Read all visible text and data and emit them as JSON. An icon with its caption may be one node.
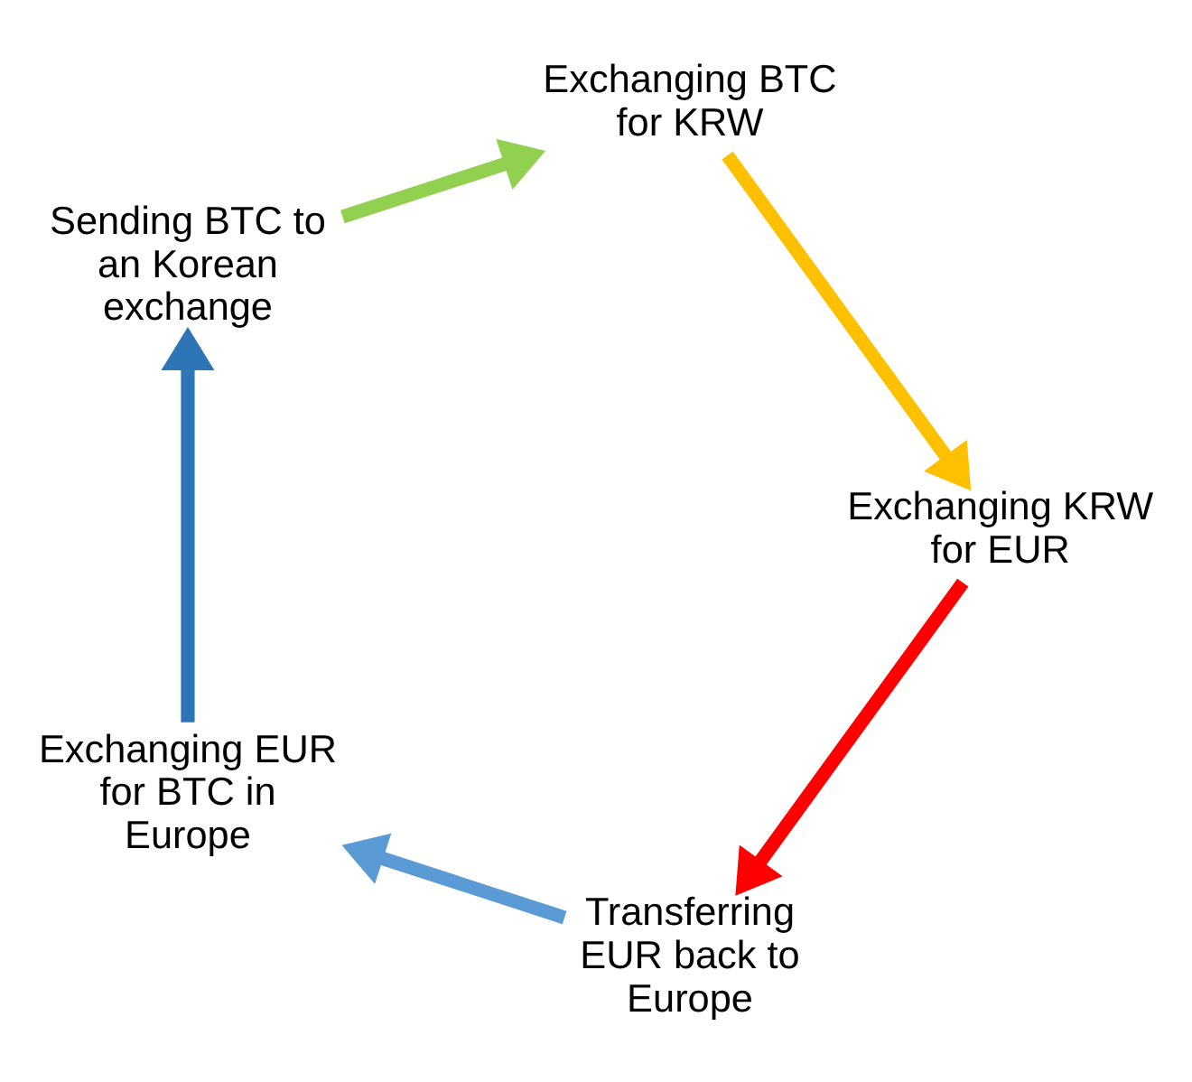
{
  "diagram": {
    "nodes": [
      {
        "text": [
          "Transferring EUR back to Europe"
        ]
      },
      {
        "text": [
          "Exchanging EUR for BTC in Europe"
        ]
      },
      {
        "text": [
          "Sending BTC to an Korean exchange"
        ]
      },
      {
        "text": [
          "Exchanging BTC for KRW"
        ]
      },
      {
        "text": [
          "Exchanging KRW for EUR"
        ]
      }
    ],
    "edges": [
      {
        "from": 0,
        "to": 1,
        "arrow": "to",
        "color": "#5b9bd5"
      },
      {
        "from": 1,
        "to": 2,
        "arrow": "to",
        "color": "#2e75b6"
      },
      {
        "from": 2,
        "to": 3,
        "arrow": "to",
        "color": "#92d050"
      },
      {
        "from": 3,
        "to": 4,
        "arrow": "to",
        "color": "#ffc000"
      },
      {
        "from": 4,
        "to": 0,
        "arrow": "to",
        "color": "#ff0000"
      }
    ]
  }
}
